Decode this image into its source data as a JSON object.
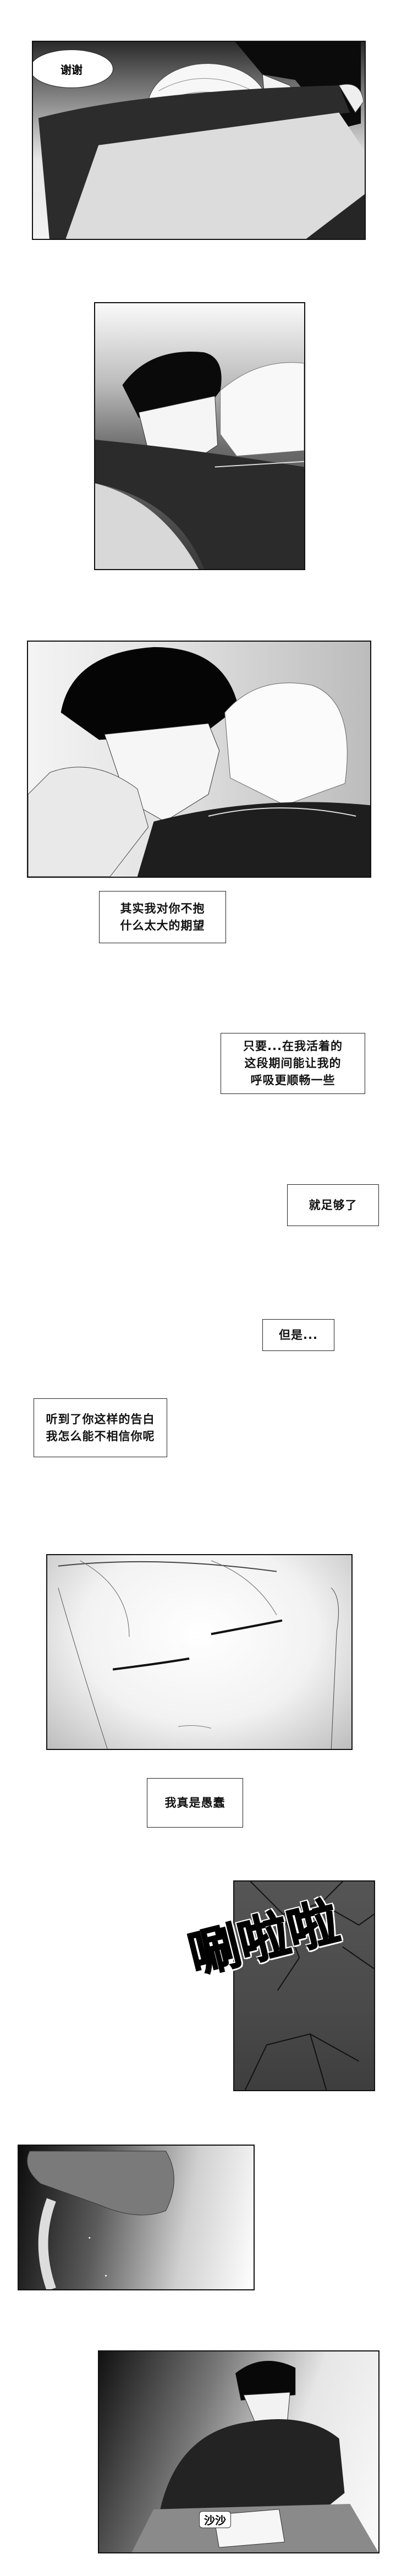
{
  "panels": {
    "p1": {
      "bubble": "谢谢"
    },
    "tree": {
      "sfx": "唰啦啦"
    },
    "desk": {
      "sfx": "沙沙"
    }
  },
  "captions": [
    {
      "lines": [
        "其实我对你不抱",
        "什么太大的期望"
      ]
    },
    {
      "lines": [
        "只要...在我活着的",
        "这段期间能让我的",
        "呼吸更顺畅一些"
      ]
    },
    {
      "lines": [
        "就足够了"
      ]
    },
    {
      "lines": [
        "但是..."
      ]
    },
    {
      "lines": [
        "听到了你这样的告白",
        "我怎么能不相信你呢"
      ]
    },
    {
      "lines": [
        "我真是愚蠢"
      ]
    }
  ]
}
